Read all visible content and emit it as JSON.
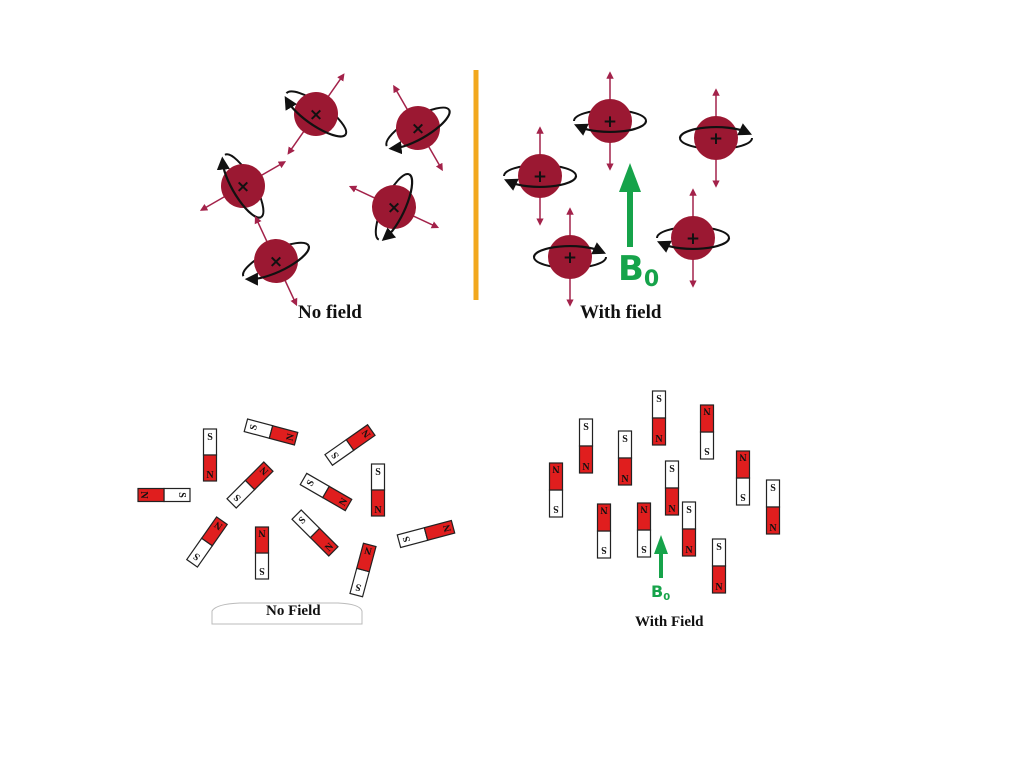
{
  "spins_panel": {
    "caption_no_field": "No field",
    "caption_with_field": "With field",
    "spin_symbol_random": "×",
    "spin_symbol_aligned": "+",
    "field_symbol": "B",
    "field_subscript": "0",
    "colors": {
      "sphere": "#9b1832",
      "axis": "#a3224a",
      "orbit": "#111111",
      "divider": "#f2a81e",
      "field_arrow": "#16a34a"
    }
  },
  "magnets_panel": {
    "caption_no_field": "No Field",
    "caption_with_field": "With Field",
    "pole_north": "N",
    "pole_south": "S",
    "field_symbol": "B",
    "field_subscript": "0",
    "colors": {
      "north": "#e01e1e",
      "south": "#ffffff",
      "outline": "#222222",
      "field_arrow": "#16a34a"
    }
  }
}
